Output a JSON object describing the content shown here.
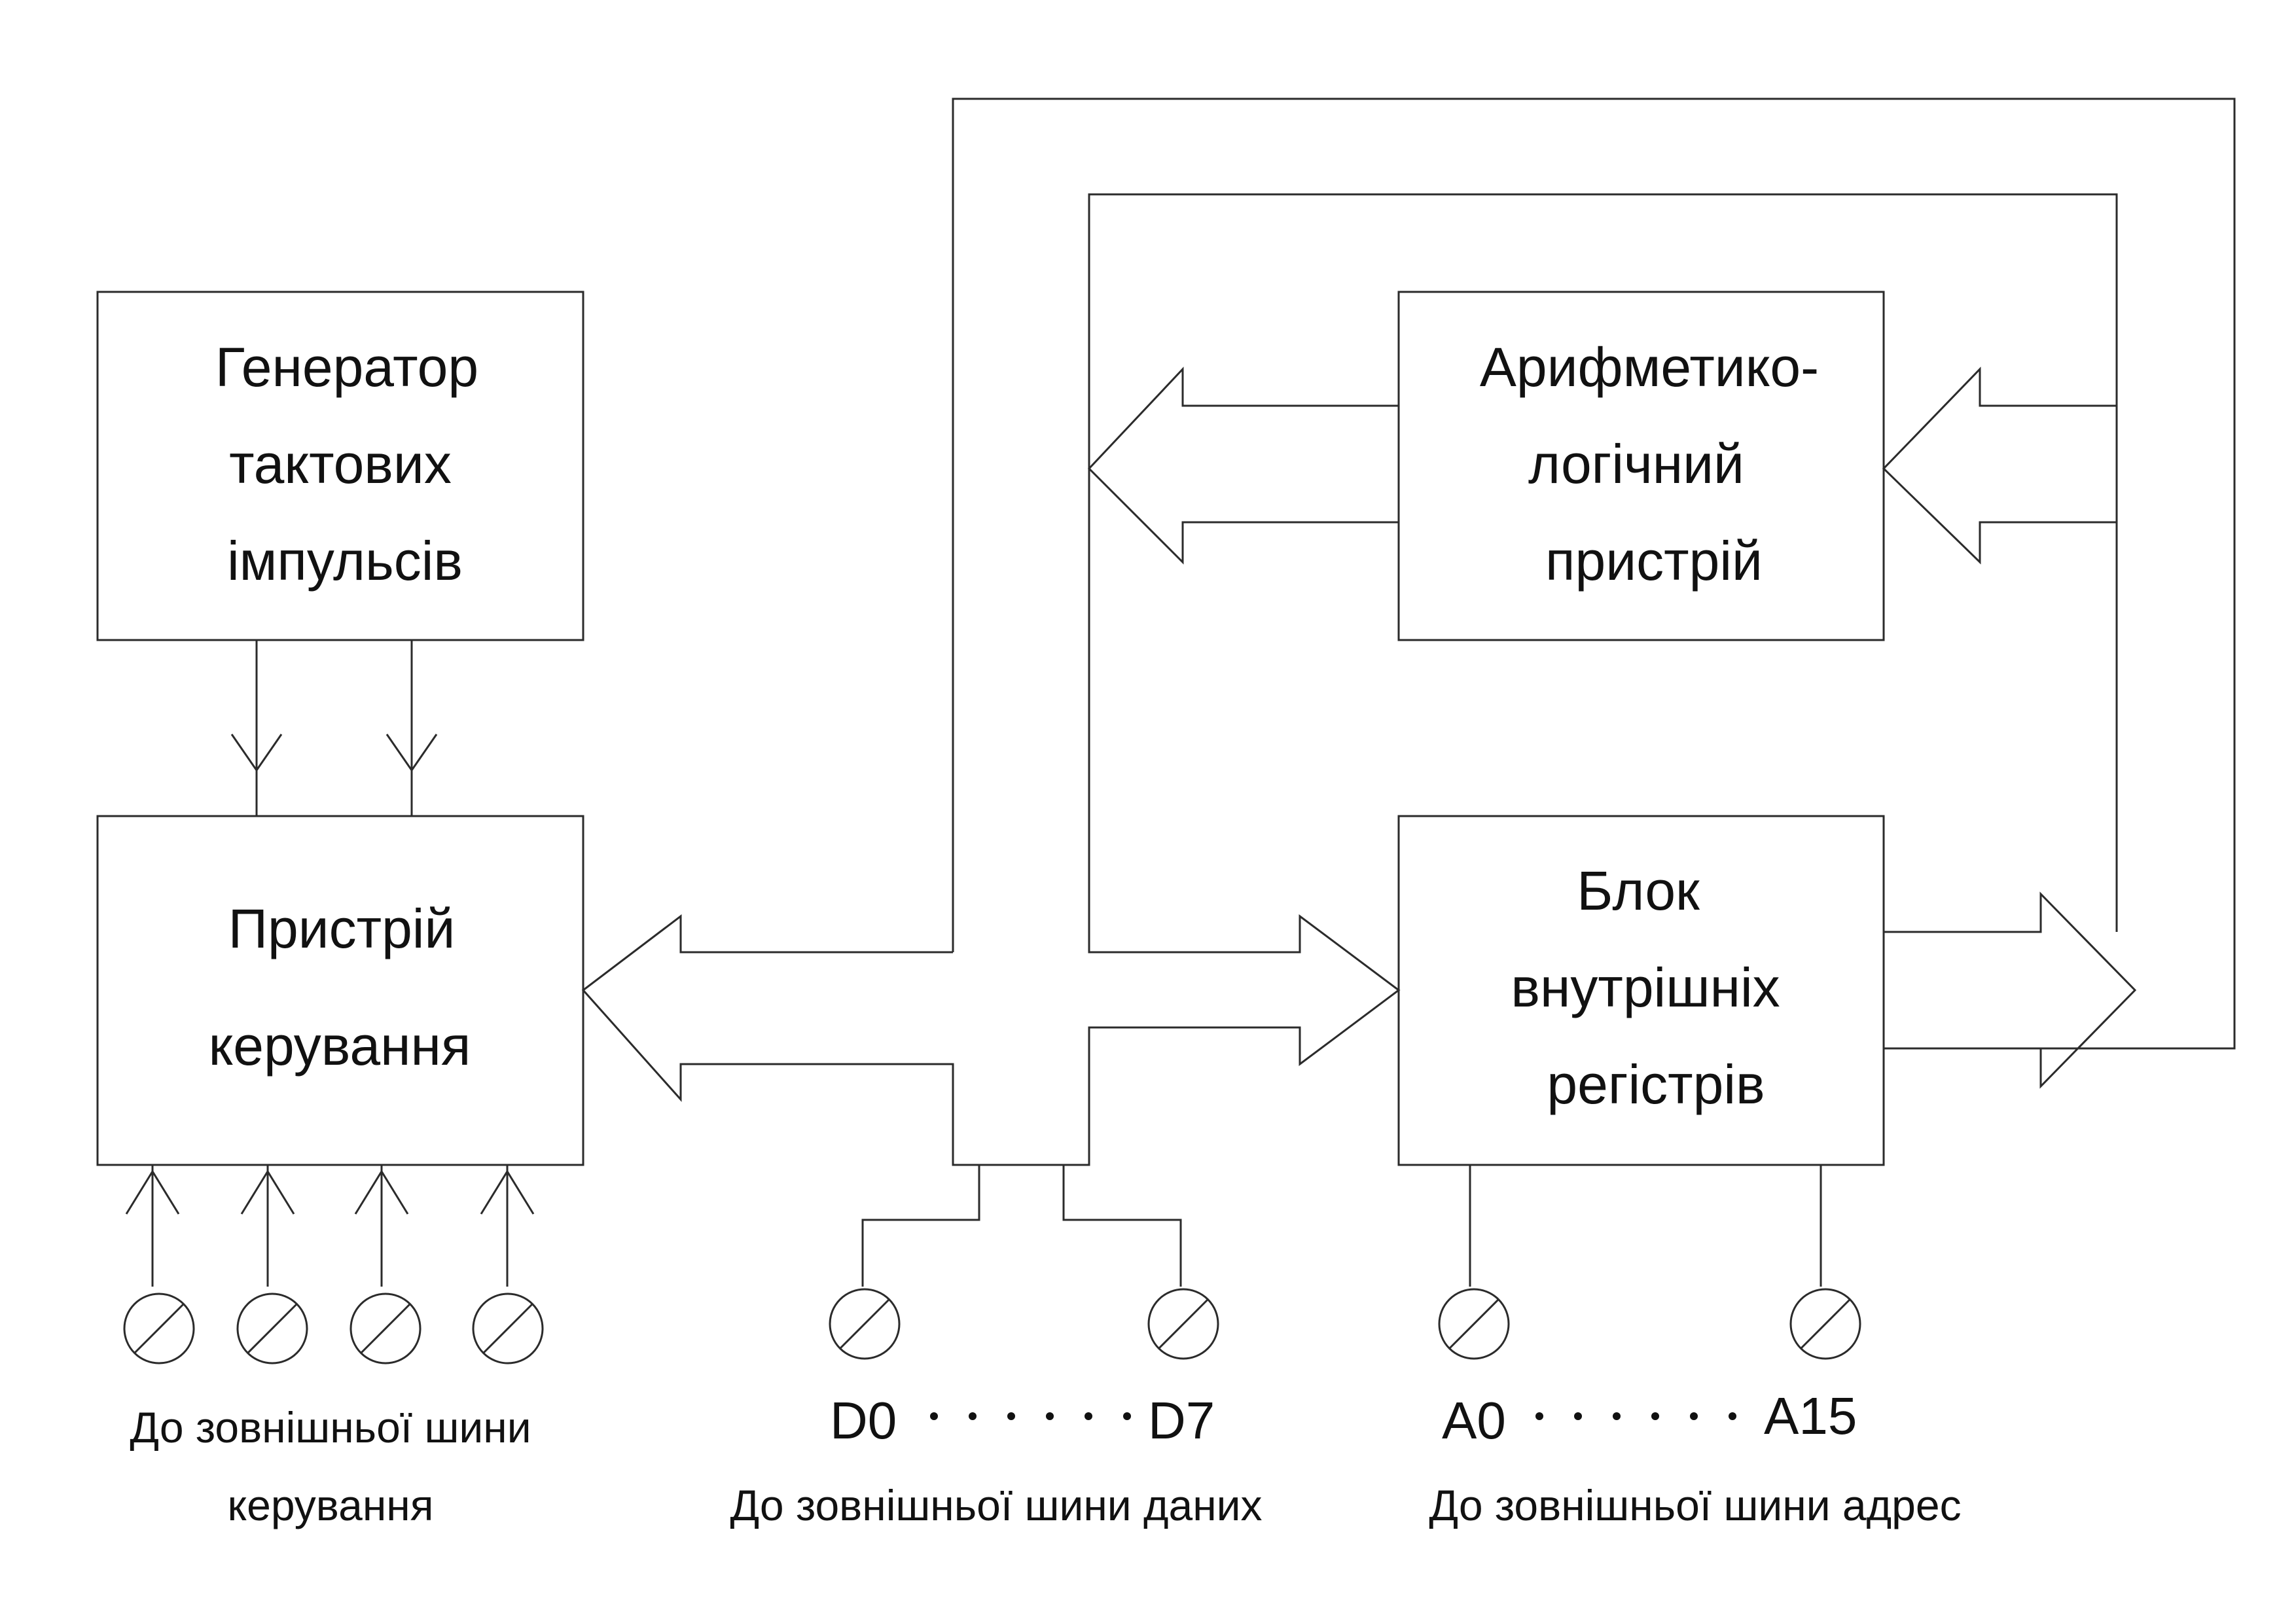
{
  "blocks": {
    "generator": {
      "lines": [
        "Генератор",
        "тактових",
        "імпульсів"
      ]
    },
    "control": {
      "lines": [
        "Пристрій",
        "керування"
      ]
    },
    "alu": {
      "lines": [
        "Арифметико-",
        "логічний",
        "пристрій"
      ]
    },
    "registers": {
      "lines": [
        "Блок",
        "внутрішніх",
        "регістрів"
      ]
    }
  },
  "buses": {
    "control_caption": [
      "До зовнішньої шини",
      "керування"
    ],
    "data": {
      "first": "D0",
      "last": "D7",
      "caption": "До зовнішньої шини даних"
    },
    "address": {
      "first": "A0",
      "last": "A15",
      "caption": "До зовнішньої шини адрес"
    }
  }
}
